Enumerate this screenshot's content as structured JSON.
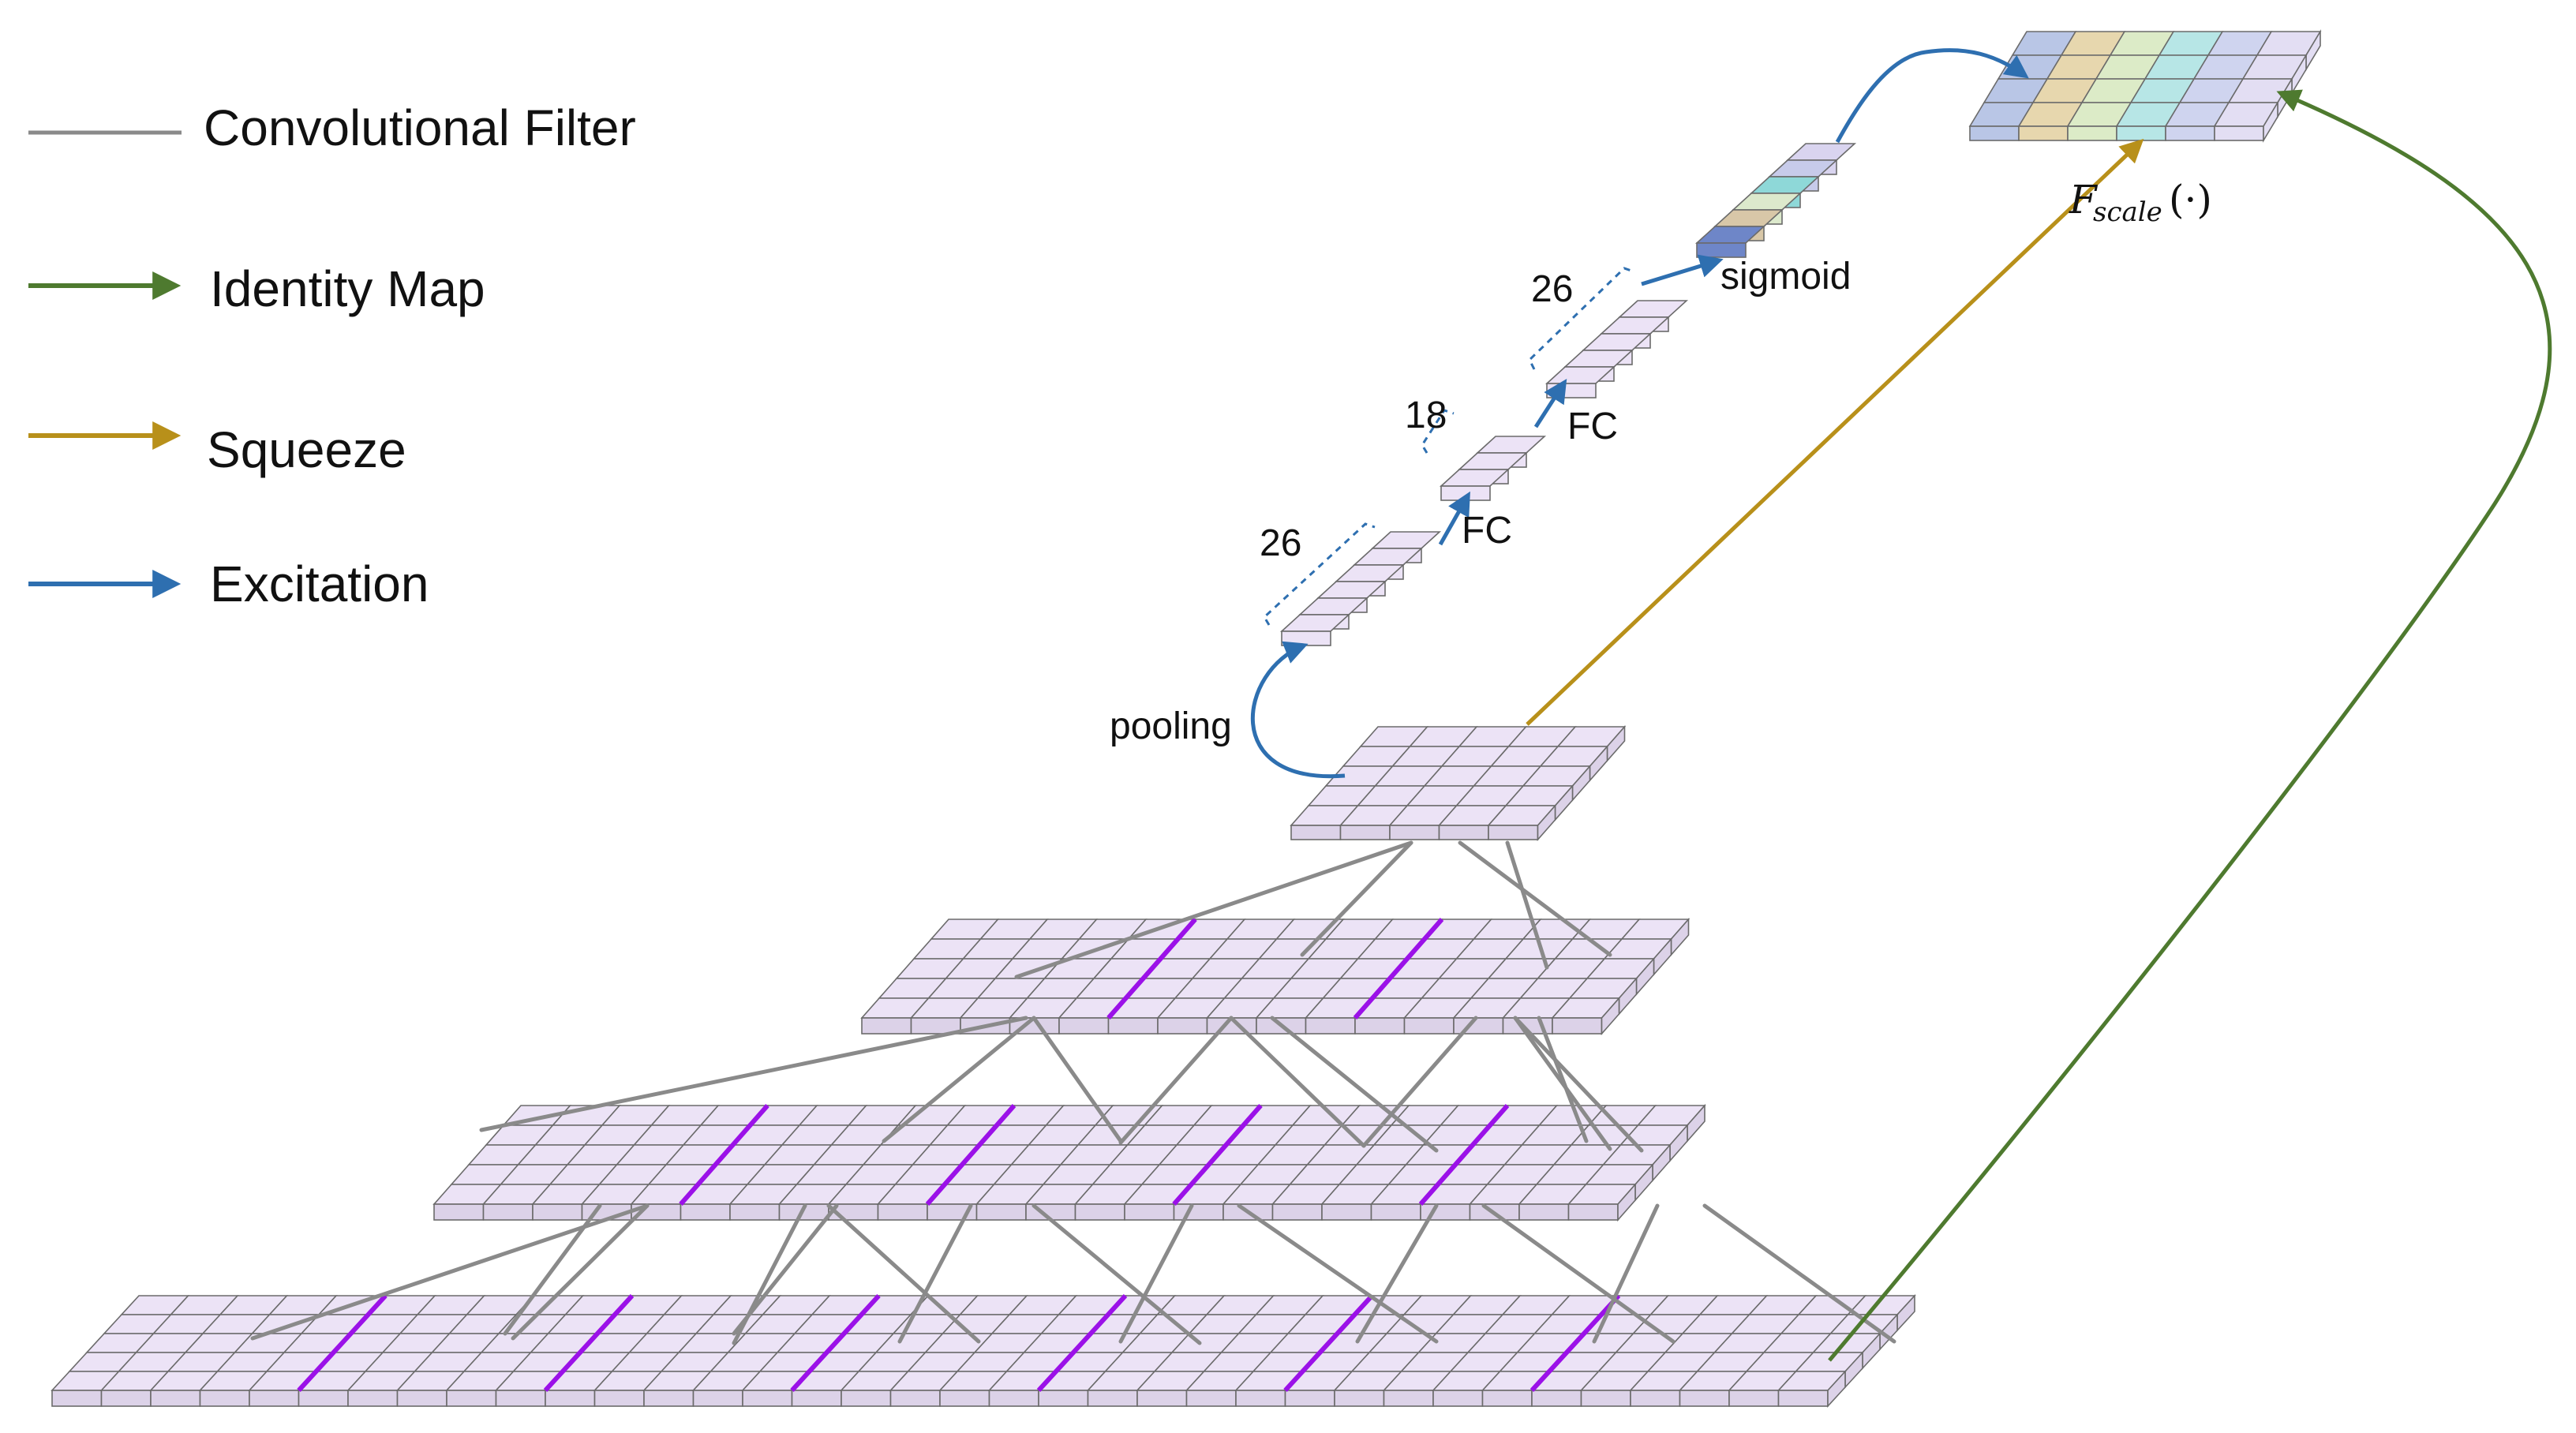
{
  "legend": {
    "items": [
      {
        "id": "conv",
        "label": "Convolutional Filter",
        "color": "#8a8a8a",
        "style": "line"
      },
      {
        "id": "identity",
        "label": "Identity Map",
        "color": "#4e7a2f",
        "style": "arrow"
      },
      {
        "id": "squeeze",
        "label": "Squeeze",
        "color": "#b8901a",
        "style": "arrow"
      },
      {
        "id": "excitation",
        "label": "Excitation",
        "color": "#2e6fb0",
        "style": "arrow"
      }
    ]
  },
  "annotations": {
    "pooling": "pooling",
    "fc1": "FC",
    "fc2": "FC",
    "sigmoid": "sigmoid",
    "dim_bottom": "26",
    "dim_middle": "18",
    "dim_top": "26",
    "fscale_main": "F",
    "fscale_sub": "scale",
    "fscale_arg": "(·)"
  },
  "colors": {
    "cell_top": "#ece3f6",
    "cell_front": "#dcd2e8",
    "cell_edge": "#6b6b6b",
    "highlight": "#9b11e8",
    "conv_line": "#8a8a8a",
    "identity": "#4e7a2f",
    "squeeze": "#b8901a",
    "excitation": "#2e6fb0"
  },
  "output_column_colors": [
    "#b9c6e6",
    "#e7d7ae",
    "#dcebc7",
    "#b7e6e6",
    "#cfd4ef",
    "#e3def3"
  ],
  "sigmoid_cell_colors": [
    "#6e86c8",
    "#d8c7a8",
    "#dce9cc",
    "#8ed8d8",
    "#c7cbea",
    "#d9d4ef"
  ]
}
